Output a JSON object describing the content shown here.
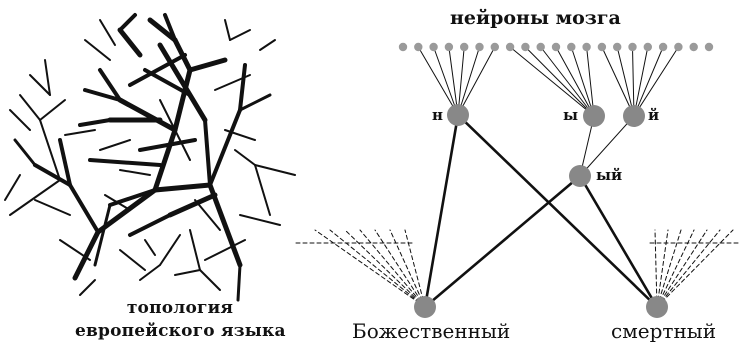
{
  "left_panel": {
    "caption_line1": "топология",
    "caption_line2": "европейского языка"
  },
  "right_panel": {
    "title": "нейроны мозга",
    "nodes": [
      {
        "id": "n",
        "label": "н"
      },
      {
        "id": "y",
        "label": "ы"
      },
      {
        "id": "j",
        "label": "й"
      },
      {
        "id": "yj",
        "label": "ый"
      }
    ],
    "words": {
      "left": "Божественный",
      "right": "смертный"
    }
  },
  "colors": {
    "ink": "#111111",
    "node_fill": "#888888",
    "top_dots": "#9a9a9a"
  }
}
